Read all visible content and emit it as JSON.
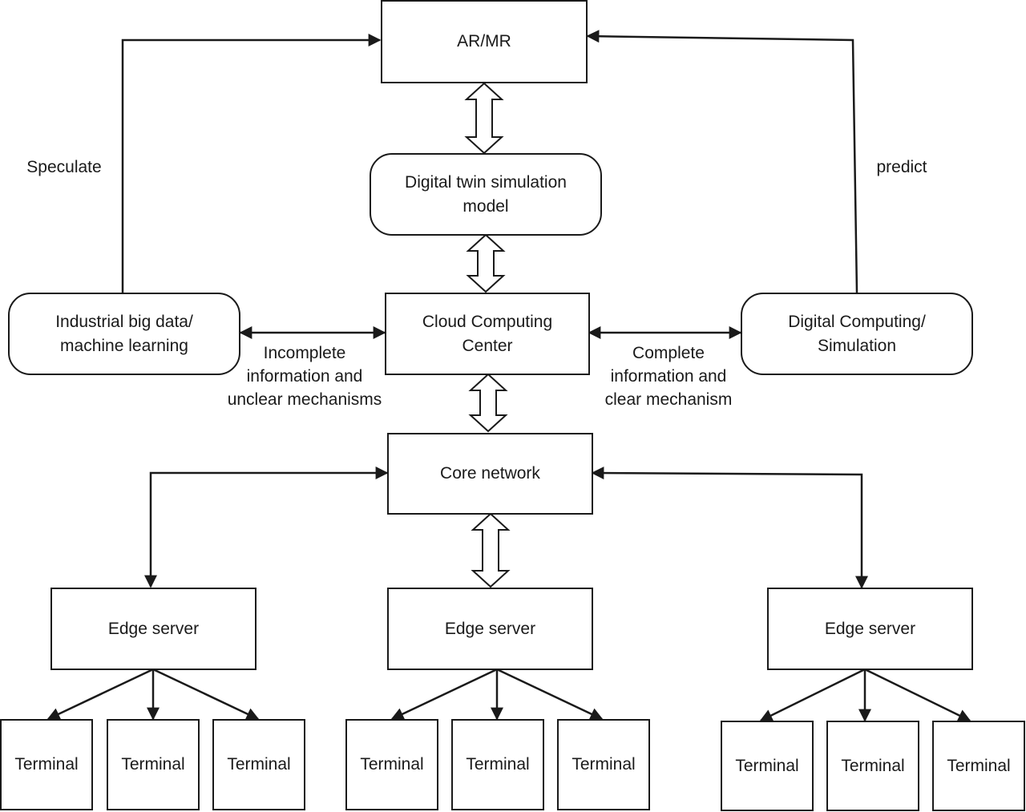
{
  "nodes": {
    "ar_mr": "AR/MR",
    "digital_twin": "Digital twin simulation\nmodel",
    "industrial": "Industrial big data/\nmachine learning",
    "cloud": "Cloud Computing\nCenter",
    "digital_computing": "Digital Computing/\nSimulation",
    "core_network": "Core network",
    "edge_servers": [
      "Edge server",
      "Edge server",
      "Edge server"
    ],
    "terminals": [
      "Terminal",
      "Terminal",
      "Terminal",
      "Terminal",
      "Terminal",
      "Terminal",
      "Terminal",
      "Terminal",
      "Terminal"
    ]
  },
  "labels": {
    "speculate": "Speculate",
    "predict": "predict",
    "incomplete": "Incomplete\ninformation and\nunclear mechanisms",
    "complete": "Complete\ninformation and\nclear mechanism"
  },
  "colors": {
    "line": "#1a1a1a",
    "background": "#ffffff"
  }
}
